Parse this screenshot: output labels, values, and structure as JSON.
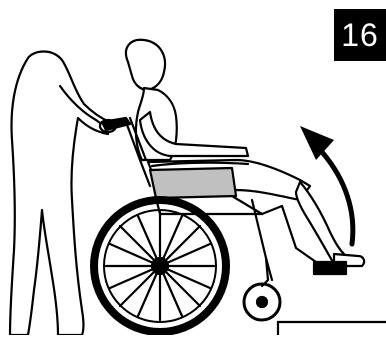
{
  "step": {
    "number": "16"
  },
  "illustration": {
    "icons": [
      "caregiver-figure",
      "seated-person-figure",
      "wheelchair",
      "curved-arrow-up-icon"
    ],
    "colors": {
      "outline": "#000000",
      "seat_fill": "#c0c0c0",
      "background": "#ffffff"
    }
  }
}
